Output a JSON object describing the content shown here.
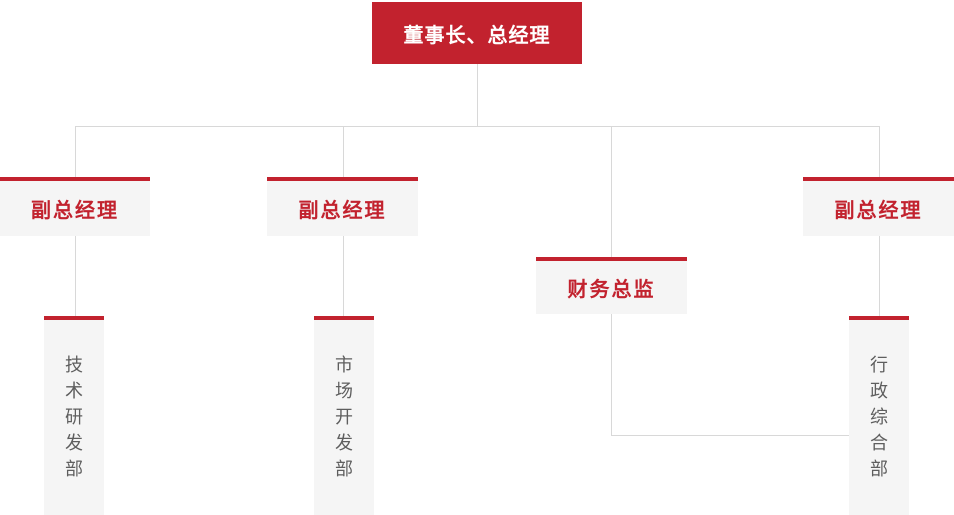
{
  "diagram": {
    "type": "org-chart",
    "nodes": {
      "chairman": {
        "label": "董事长、总经理",
        "level": 1
      },
      "deputy_left": {
        "label": "副总经理",
        "level": 2
      },
      "deputy_mid": {
        "label": "副总经理",
        "level": 2
      },
      "finance_director": {
        "label": "财务总监",
        "level": 2
      },
      "deputy_right": {
        "label": "副总经理",
        "level": 2
      },
      "dept_tech": {
        "label": "技术研发部",
        "level": 3,
        "text_orientation": "vertical"
      },
      "dept_market": {
        "label": "市场开发部",
        "level": 3,
        "text_orientation": "vertical"
      },
      "dept_admin": {
        "label": "行政综合部",
        "level": 3,
        "text_orientation": "vertical"
      }
    },
    "edges": [
      {
        "from": "chairman",
        "to": "deputy_left"
      },
      {
        "from": "chairman",
        "to": "deputy_mid"
      },
      {
        "from": "chairman",
        "to": "finance_director"
      },
      {
        "from": "chairman",
        "to": "deputy_right"
      },
      {
        "from": "deputy_left",
        "to": "dept_tech"
      },
      {
        "from": "deputy_mid",
        "to": "dept_market"
      },
      {
        "from": "deputy_right",
        "to": "dept_admin"
      },
      {
        "from": "finance_director",
        "to": "dept_admin"
      }
    ]
  },
  "colors": {
    "accent_red": "#C2222E",
    "box_bg": "#F5F5F5",
    "line": "#D8D8D8",
    "dept_text": "#5E5E5E"
  }
}
